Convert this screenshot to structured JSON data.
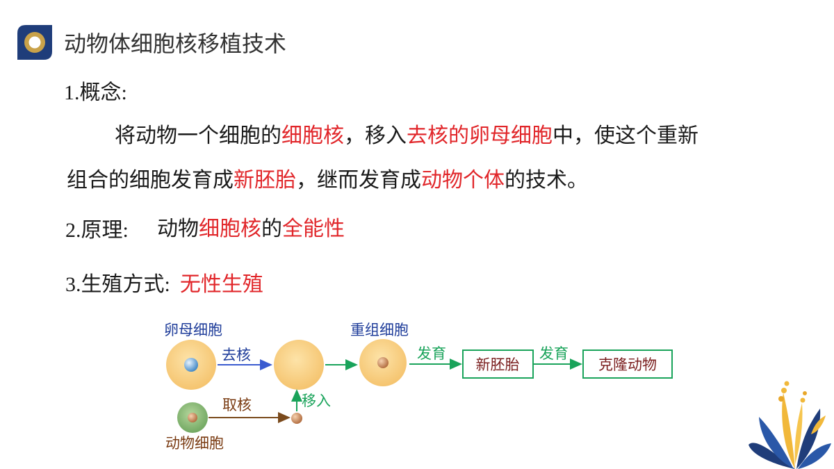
{
  "title": "动物体细胞核移植技术",
  "sections": {
    "concept": {
      "heading": "1.概念:",
      "body": {
        "part1": "将动物一个细胞的",
        "red1": "细胞核",
        "part2": "，移入",
        "red2": "去核的卵母细胞",
        "part3": "中，使这个重新",
        "part4": "组合的细胞发育成",
        "red3": "新胚胎",
        "part5": "，继而发育成",
        "red4": "动物个体",
        "part6": "的技术。"
      }
    },
    "principle": {
      "heading": "2.原理:",
      "part1": "动物",
      "red1": "细胞核",
      "part2": "的",
      "red2": "全能性"
    },
    "reproduction": {
      "heading": "3.生殖方式:",
      "value": "无性生殖"
    }
  },
  "diagram": {
    "oocyte": "卵母细胞",
    "enucleate": "去核",
    "somatic_cell": "动物细胞",
    "take_nucleus": "取核",
    "transfer": "移入",
    "reconstructed_cell": "重组细胞",
    "develop1": "发育",
    "new_embryo": "新胚胎",
    "develop2": "发育",
    "cloned_animal": "克隆动物"
  },
  "colors": {
    "accent_red": "#e1262a",
    "navy": "#1f3d7a",
    "gold": "#c9a24a",
    "cell_fill": "#f9d38a",
    "somatic_fill": "#8bbf7a",
    "green_arrow": "#19a35a",
    "blue_arrow": "#3a5bd0",
    "brown_arrow": "#7a4a1c",
    "label_brown": "#7a3b12"
  }
}
